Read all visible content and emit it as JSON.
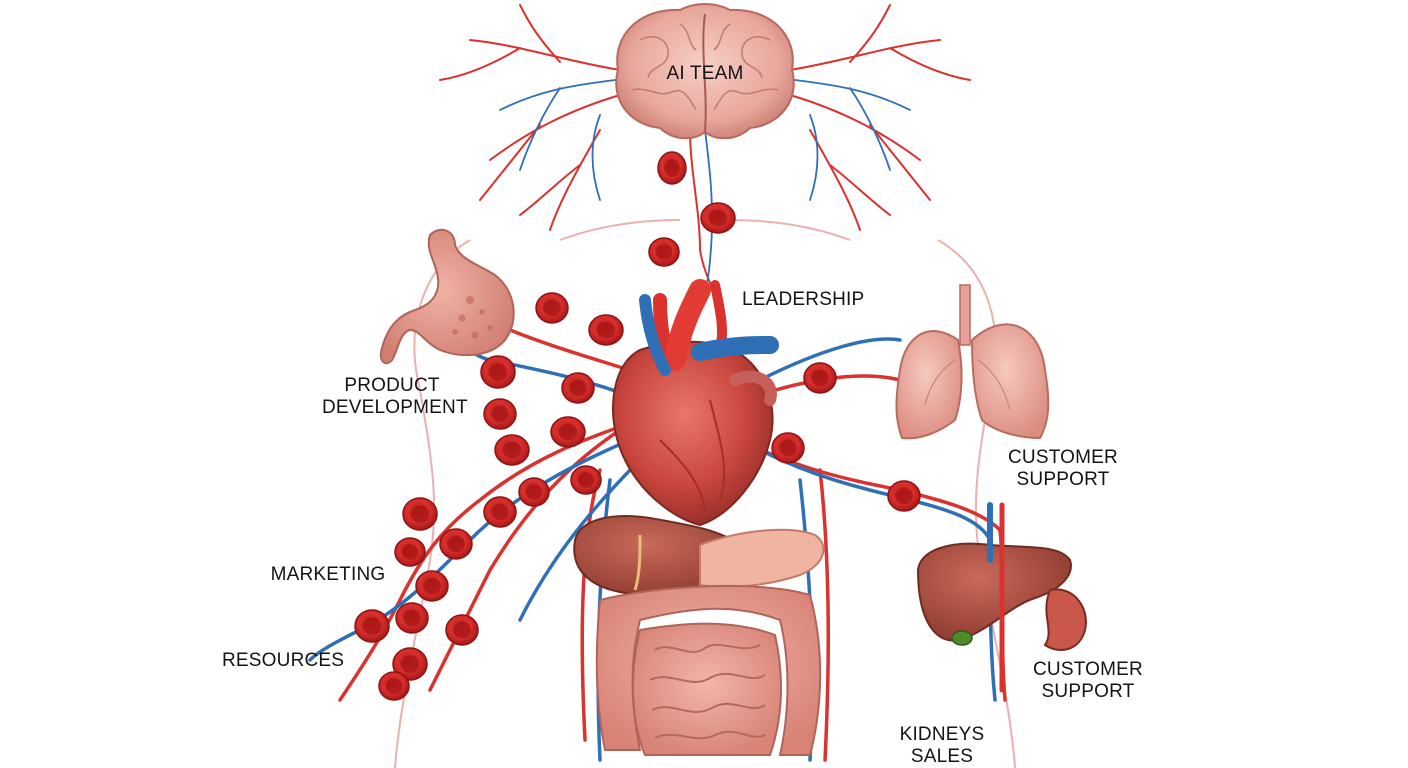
{
  "labels": {
    "ai_team": "AI TEAM",
    "leadership": "LEADERSHIP",
    "product_development": [
      "PRODUCT",
      "DEVELOPMENT"
    ],
    "customer_support_upper": [
      "CUSTOMER",
      "SUPPORT"
    ],
    "marketing": "MARKETING",
    "resources": "RESOURCES",
    "customer_support_lower": [
      "CUSTOMER",
      "SUPPORT"
    ],
    "kidneys_sales": [
      "KIDNEYS",
      "SALES"
    ]
  },
  "colors": {
    "artery_red": "#d9322f",
    "vein_blue": "#2f6fb5",
    "blood_cell": "#d42a2a",
    "organ_pink": "#e79a8e",
    "liver_brown": "#a8473a",
    "lung_pink": "#eaa79b",
    "skin_outline": "#e8a3a3"
  }
}
